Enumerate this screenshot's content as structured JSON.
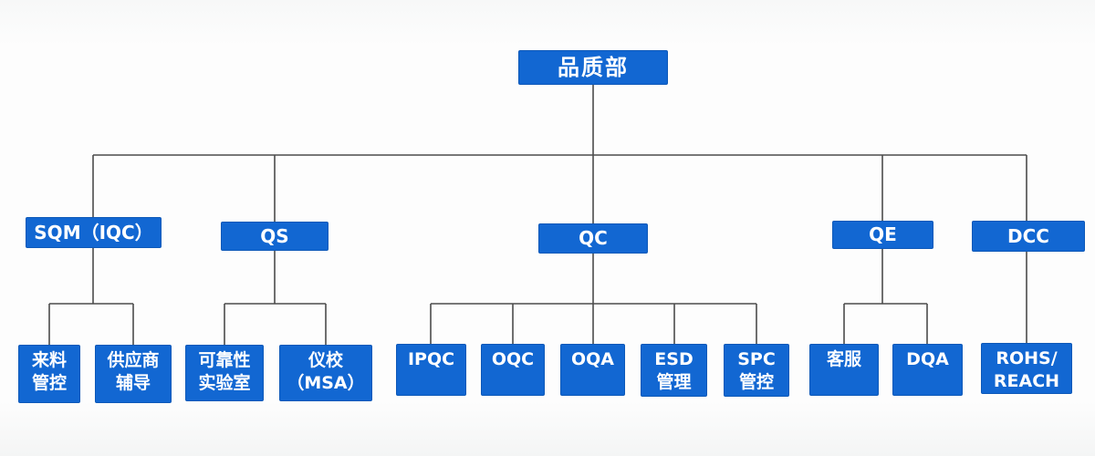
{
  "org": {
    "root": {
      "label": "品质部"
    },
    "departments": [
      {
        "label": "SQM（IQC）",
        "children": [
          {
            "label": "来料\n管控"
          },
          {
            "label": "供应商\n辅导"
          }
        ]
      },
      {
        "label": "QS",
        "children": [
          {
            "label": "可靠性\n实验室"
          },
          {
            "label": "仪校\n（MSA）"
          }
        ]
      },
      {
        "label": "QC",
        "children": [
          {
            "label": "IPQC"
          },
          {
            "label": "OQC"
          },
          {
            "label": "OQA"
          },
          {
            "label": "ESD\n管理"
          },
          {
            "label": "SPC\n管控"
          }
        ]
      },
      {
        "label": "QE",
        "children": [
          {
            "label": "客服"
          },
          {
            "label": "DQA"
          }
        ]
      },
      {
        "label": "DCC",
        "children": [
          {
            "label": "ROHS/\nREACH"
          }
        ]
      }
    ],
    "colors": {
      "box_fill": "#1267d2",
      "box_border": "#0d58b8",
      "box_text": "#ffffff",
      "connector_line": "#4c4c4c",
      "background": "#fdfdfd"
    }
  }
}
